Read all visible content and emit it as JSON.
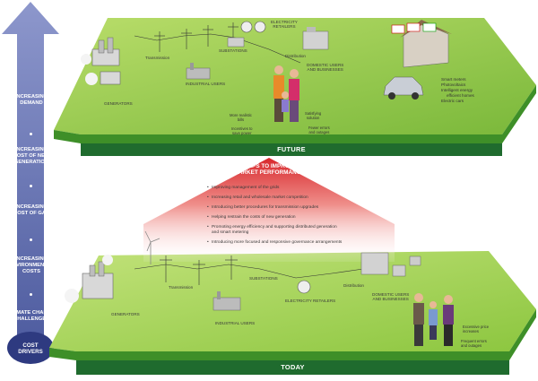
{
  "drivers": {
    "base_label": [
      "COST",
      "DRIVERS"
    ],
    "items": [
      {
        "lines": [
          "INCREASING",
          "DEMAND"
        ]
      },
      {
        "lines": [
          "INCREASING",
          "COST OF NEW",
          "GENERATION"
        ]
      },
      {
        "lines": [
          "INCREASING",
          "COST OF GAS"
        ]
      },
      {
        "lines": [
          "INCREASING",
          "ENVIRONMENTAL",
          "COSTS"
        ]
      },
      {
        "lines": [
          "CLIMATE CHANGE",
          "CHALLENGES"
        ]
      }
    ]
  },
  "future": {
    "band_label": "FUTURE",
    "labels": {
      "generators": "GENERATORS",
      "transmission": "Transmission",
      "industrial": "INDUSTRIAL USERS",
      "substations": "SUBSTATIONS",
      "retailers": [
        "ELECTRICITY",
        "RETAILERS"
      ],
      "distribution": "Distribution",
      "domestic": [
        "DOMESTIC USERS",
        "AND BUSINESSES"
      ]
    },
    "bullets": [
      "Smart meters",
      "Photovoltaics",
      "Intelligent energy",
      "efficient homes",
      "Electric cars"
    ],
    "callouts": {
      "bills": [
        "More realistic",
        "bills"
      ],
      "solution": [
        "Satisfying",
        "solution"
      ],
      "incentives": [
        "Incentives to",
        "save power"
      ],
      "outages": [
        "Fewer errors",
        "and outages"
      ]
    }
  },
  "steps": {
    "title": [
      "STEPS TO IMPROVE",
      "MARKET PERFORMANCE"
    ],
    "items": [
      "Improving management of the grids",
      "Increasing retail and wholesale market competition",
      "Introducing better procedures for transmission upgrades",
      "Helping restrain the costs of new generation",
      "Promoting energy efficiency and supporting distributed generation",
      "and smart metering",
      "Introducing more focused and responsive governance arrangements"
    ]
  },
  "today": {
    "band_label": "TODAY",
    "labels": {
      "generators": "GENERATORS",
      "transmission": "Transmission",
      "industrial": "INDUSTRIAL USERS",
      "substations": "SUBSTATIONS",
      "retailers": "ELECTRICITY RETAILERS",
      "distribution": "Distribution",
      "domestic": [
        "DOMESTIC USERS",
        "AND BUSINESSES"
      ]
    },
    "callouts": {
      "prices": [
        "Excessive price",
        "increases"
      ],
      "outages": [
        "Frequent errors",
        "and outages"
      ]
    }
  },
  "colors": {
    "arrow": "#5e6aa8",
    "arrow_dark": "#2e3a80",
    "grass": "#8cc63f",
    "grass_dark": "#3e8f28",
    "band": "#1f6b2e",
    "steps_red": "#d8282c"
  }
}
